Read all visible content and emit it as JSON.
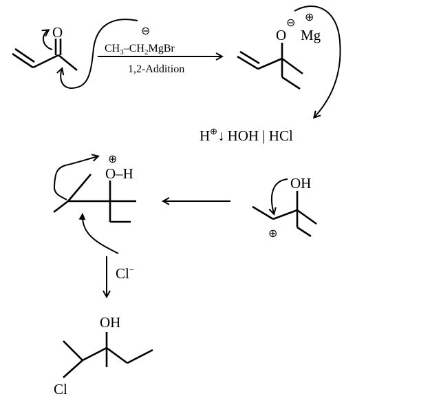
{
  "step1": {
    "reactant_oxygen": "O",
    "carbanion_charge": "⊖",
    "reagent": "CH3–CH2MgBr",
    "reagent_parts": [
      "CH",
      "3",
      "–CH",
      "2",
      "MgBr"
    ],
    "condition": "1,2-Addition"
  },
  "intermediate": {
    "oxygen": "O",
    "oxygen_charge": "⊖",
    "metal": "Mg",
    "metal_charge": "⊕"
  },
  "step2": {
    "acid_symbol": "H",
    "acid_charge": "⊕",
    "arrow": "↓",
    "reagents": "HOH | HCl"
  },
  "carbocation": {
    "hydroxyl": "OH",
    "charge": "⊕"
  },
  "rearranged": {
    "oxonium": "O–H",
    "charge": "⊕"
  },
  "step3": {
    "nucleophile": "Cl",
    "nucleophile_charge": "−"
  },
  "product": {
    "hydroxyl": "OH",
    "halogen": "Cl"
  }
}
